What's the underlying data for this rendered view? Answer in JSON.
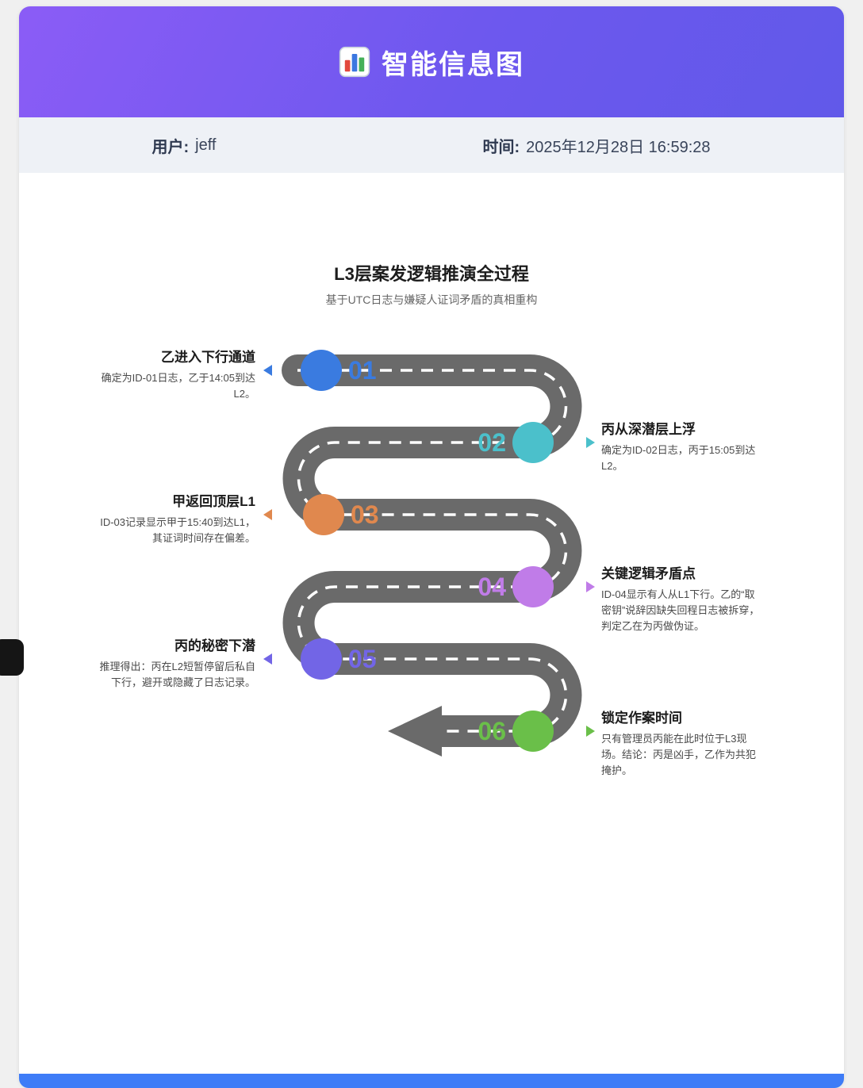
{
  "header": {
    "title": "智能信息图",
    "icon": "bar-chart-icon"
  },
  "meta": {
    "user_label": "用户:",
    "user_value": "jeff",
    "time_label": "时间:",
    "time_value": "2025年12月28日 16:59:28"
  },
  "infographic": {
    "title": "L3层案发逻辑推演全过程",
    "subtitle": "基于UTC日志与嫌疑人证词矛盾的真相重构",
    "road_color": "#6a6a6a",
    "dash_color": "#ffffff",
    "steps": [
      {
        "number": "01",
        "side": "left",
        "color": "#3a7be0",
        "title": "乙进入下行通道",
        "desc": "确定为ID-01日志，乙于14:05到达L2。"
      },
      {
        "number": "02",
        "side": "right",
        "color": "#4bc0cb",
        "title": "丙从深潜层上浮",
        "desc": "确定为ID-02日志，丙于15:05到达L2。"
      },
      {
        "number": "03",
        "side": "left",
        "color": "#e0884e",
        "title": "甲返回顶层L1",
        "desc": "ID-03记录显示甲于15:40到达L1，其证词时间存在偏差。"
      },
      {
        "number": "04",
        "side": "right",
        "color": "#c07ce8",
        "title": "关键逻辑矛盾点",
        "desc": "ID-04显示有人从L1下行。乙的“取密钥”说辞因缺失回程日志被拆穿，判定乙在为丙做伪证。"
      },
      {
        "number": "05",
        "side": "left",
        "color": "#7265e6",
        "title": "丙的秘密下潜",
        "desc": "推理得出：丙在L2短暂停留后私自下行，避开或隐藏了日志记录。"
      },
      {
        "number": "06",
        "side": "right",
        "color": "#6abf49",
        "title": "锁定作案时间",
        "desc": "只有管理员丙能在此时位于L3现场。结论：丙是凶手，乙作为共犯掩护。"
      }
    ]
  },
  "footer": {
    "accent_color": "#3e7cf7"
  }
}
